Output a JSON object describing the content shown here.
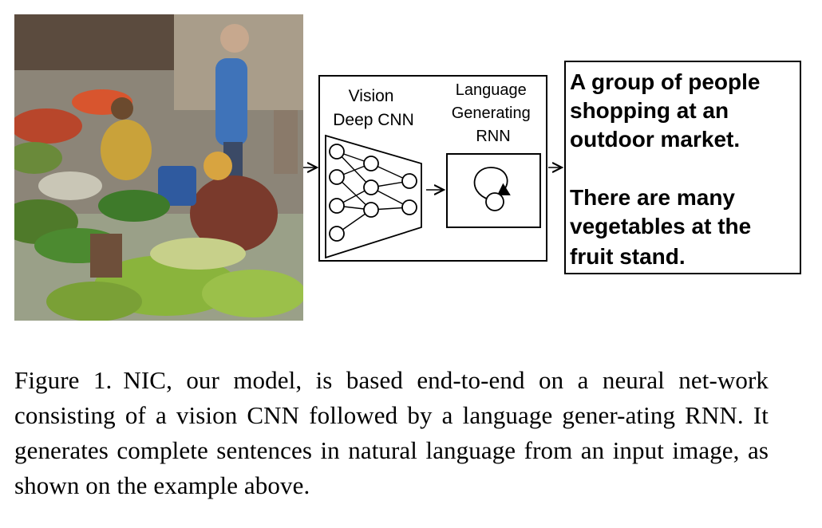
{
  "figure": {
    "photo": {
      "scene": "outdoor market with vegetables"
    },
    "diagram": {
      "vision_label": [
        "Vision",
        "Deep CNN"
      ],
      "language_label": [
        "Language",
        "Generating",
        "RNN"
      ],
      "output_sentences": [
        [
          "A group of people",
          "shopping at an",
          "outdoor market."
        ],
        [
          "There are many",
          "vegetables at the",
          "fruit stand."
        ]
      ]
    },
    "caption": {
      "label": "Figure 1.",
      "text": "NIC, our model, is based end-to-end on a neural net-work consisting of a vision CNN followed by a language gener-ating RNN. It generates complete sentences in natural language from an input image, as shown on the example above."
    }
  }
}
